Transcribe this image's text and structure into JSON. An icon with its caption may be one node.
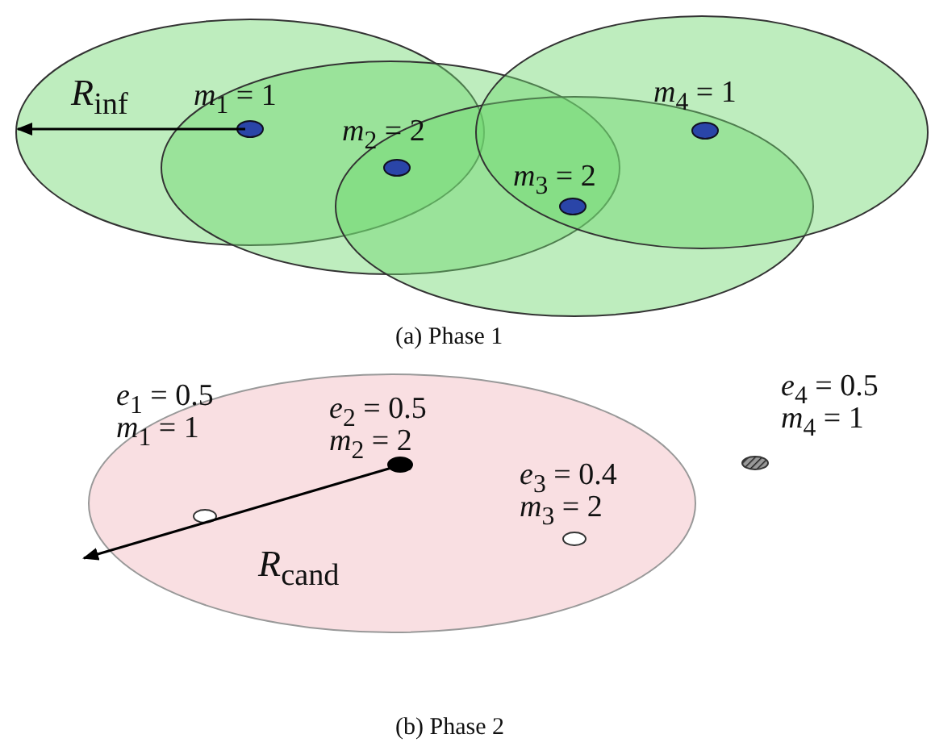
{
  "diagram": {
    "labels": [
      "R$_{inf}$",
      "m$_{1}$ = 1",
      "m$_{4}$ = 1",
      "m$_{2}$ = 2",
      "m$_{3}$ = 2",
      "(a) Phase 1",
      "e$_{1}$ = 0.5",
      "e$_{4}$ = 0.5",
      "m$_{1}$ = 1",
      "e$_{2}$ = 0.5",
      "m$_{4}$ = 1",
      "m$_{2}$ = 2",
      "e$_{3}$ = 0.4",
      "m$_{3}$ = 2",
      "R$_{cand}$",
      "(b) Phase 2"
    ]
  }
}
